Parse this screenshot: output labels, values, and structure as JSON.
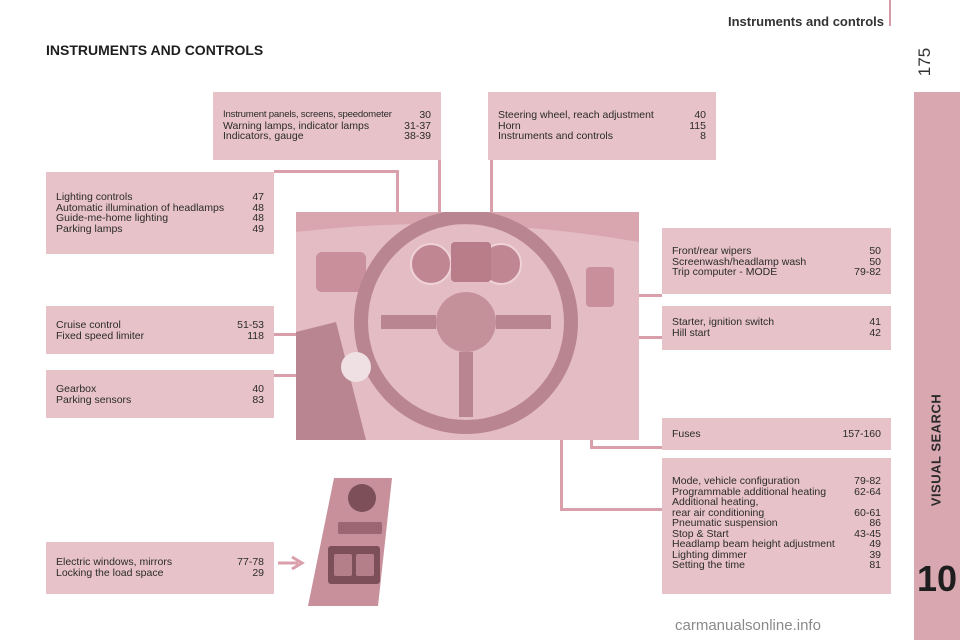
{
  "header": {
    "section": "Instruments and controls",
    "page_number": "175"
  },
  "title": "INSTRUMENTS AND CONTROLS",
  "side_tab": {
    "label": "VISUAL SEARCH",
    "chapter": "10"
  },
  "boxes": {
    "instrument_panels": [
      {
        "label": "Instrument panels, screens, speedometer",
        "page": "30"
      },
      {
        "label": "Warning lamps, indicator lamps",
        "page": "31-37"
      },
      {
        "label": "Indicators, gauge",
        "page": "38-39"
      }
    ],
    "steering": [
      {
        "label": "Steering wheel, reach adjustment",
        "page": "40"
      },
      {
        "label": "Horn",
        "page": "115"
      },
      {
        "label": "Instruments and controls",
        "page": "8"
      }
    ],
    "lighting": [
      {
        "label": "Lighting controls",
        "page": "47"
      },
      {
        "label": "Automatic illumination of headlamps",
        "page": "48"
      },
      {
        "label": "Guide-me-home lighting",
        "page": "48"
      },
      {
        "label": "Parking lamps",
        "page": "49"
      }
    ],
    "wipers": [
      {
        "label": "Front/rear wipers",
        "page": "50"
      },
      {
        "label": "Screenwash/headlamp wash",
        "page": "50"
      },
      {
        "label": "Trip computer - MODE",
        "page": "79-82"
      }
    ],
    "cruise": [
      {
        "label": "Cruise control",
        "page": "51-53"
      },
      {
        "label": "Fixed speed limiter",
        "page": "118"
      }
    ],
    "starter": [
      {
        "label": "Starter, ignition switch",
        "page": "41"
      },
      {
        "label": "Hill start",
        "page": "42"
      }
    ],
    "gearbox": [
      {
        "label": "Gearbox",
        "page": "40"
      },
      {
        "label": "Parking sensors",
        "page": "83"
      }
    ],
    "fuses": [
      {
        "label": "Fuses",
        "page": "157-160"
      }
    ],
    "mode": [
      {
        "label": "Mode, vehicle configuration",
        "page": "79-82"
      },
      {
        "label": "Programmable additional heating",
        "page": "62-64"
      },
      {
        "label": "Additional heating,",
        "page": ""
      },
      {
        "label": "rear air conditioning",
        "page": "60-61"
      },
      {
        "label": "Pneumatic suspension",
        "page": "86"
      },
      {
        "label": "Stop & Start",
        "page": "43-45"
      },
      {
        "label": "Headlamp beam height adjustment",
        "page": "49"
      },
      {
        "label": "Lighting dimmer",
        "page": "39"
      },
      {
        "label": "Setting the time",
        "page": "81"
      }
    ],
    "windows": [
      {
        "label": "Electric windows, mirrors",
        "page": "77-78"
      },
      {
        "label": "Locking the load space",
        "page": "29"
      }
    ]
  },
  "watermark": "carmanualsonline.info",
  "colors": {
    "box_fill": "#e7c2c8",
    "tab_fill": "#d8a7b0",
    "leader": "#d99fab",
    "photo_tint": "#d9a5ae"
  }
}
